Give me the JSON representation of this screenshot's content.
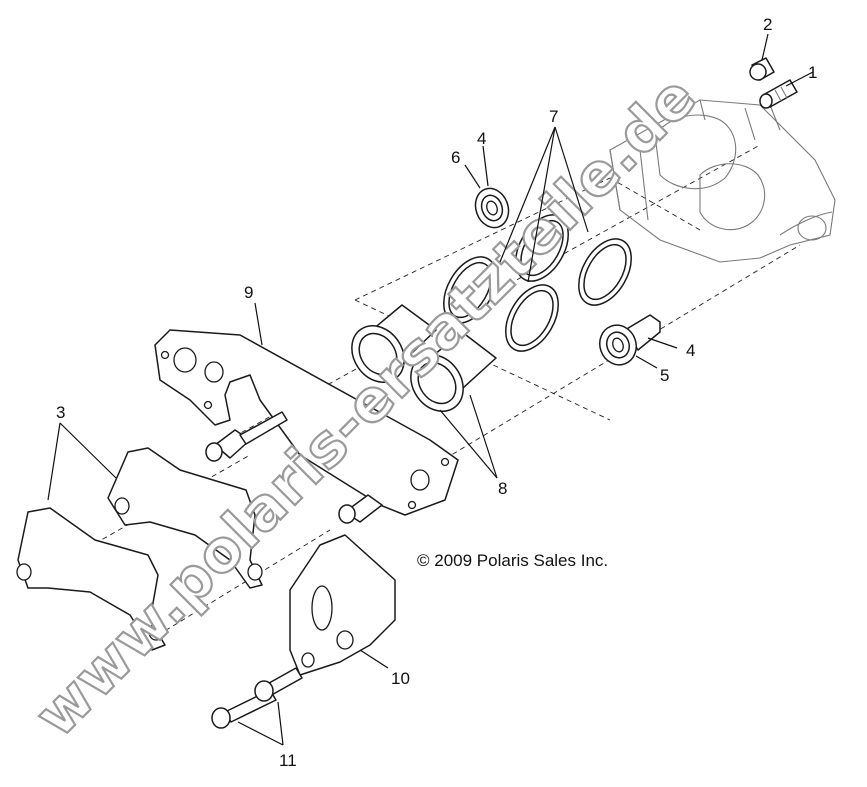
{
  "copyright": "© 2009 Polaris Sales Inc.",
  "watermark": "www.polaris-ersatzteile.de",
  "callouts": {
    "c1": "1",
    "c2": "2",
    "c3": "3",
    "c4a": "4",
    "c4b": "4",
    "c5": "5",
    "c6": "6",
    "c7": "7",
    "c8": "8",
    "c9": "9",
    "c10": "10",
    "c11": "11"
  },
  "colors": {
    "line": "#1a1a1a",
    "ghost_line": "#7a7a7a",
    "watermark_outline": "#9a9a9a",
    "background": "#ffffff"
  }
}
